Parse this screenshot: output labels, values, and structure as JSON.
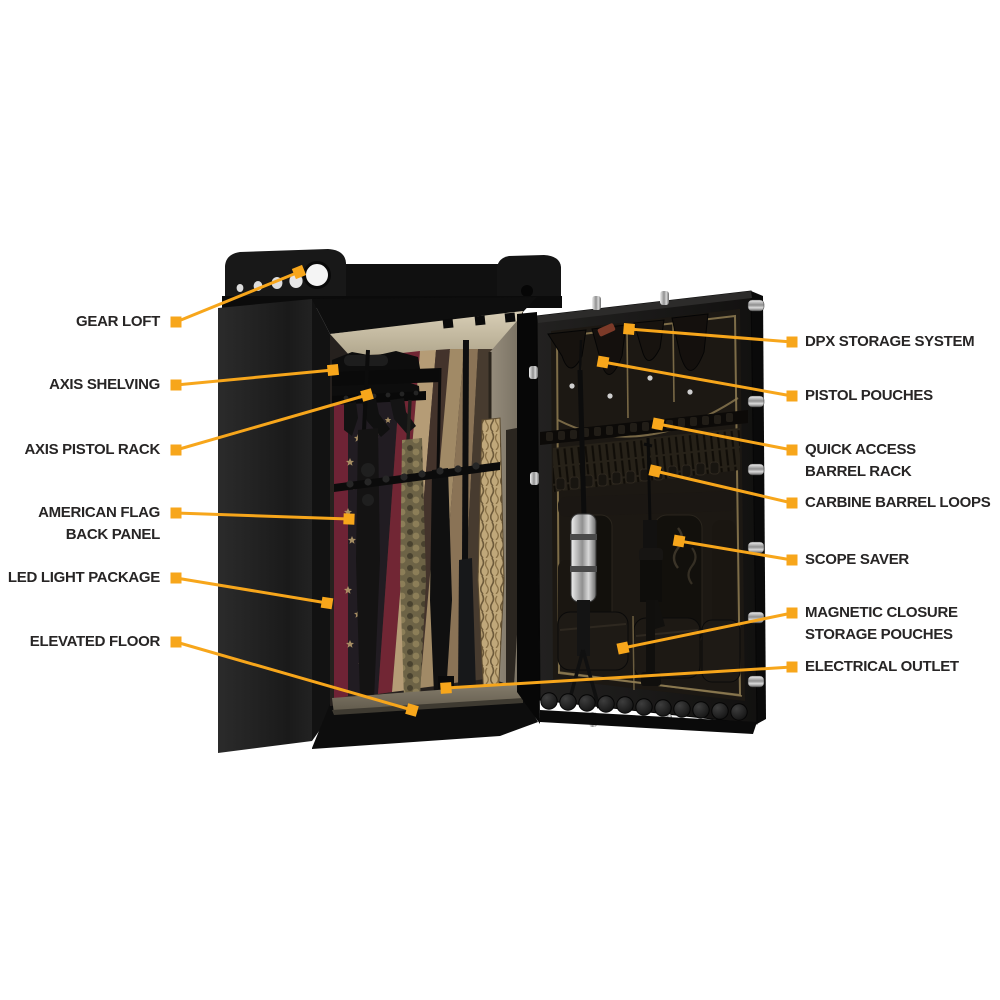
{
  "colors": {
    "background": "#FFFFFF",
    "accent_orange": "#F7A61B",
    "label_text": "#272525"
  },
  "callouts": {
    "left": [
      {
        "lines": [
          "GEAR LOFT"
        ]
      },
      {
        "lines": [
          "AXIS SHELVING"
        ]
      },
      {
        "lines": [
          "AXIS PISTOL RACK"
        ]
      },
      {
        "lines": [
          "AMERICAN FLAG",
          "BACK PANEL"
        ]
      },
      {
        "lines": [
          "LED LIGHT PACKAGE"
        ]
      },
      {
        "lines": [
          "ELEVATED FLOOR"
        ]
      }
    ],
    "right": [
      {
        "lines": [
          "DPX STORAGE SYSTEM"
        ]
      },
      {
        "lines": [
          "PISTOL POUCHES"
        ]
      },
      {
        "lines": [
          "QUICK ACCESS",
          "BARREL RACK"
        ]
      },
      {
        "lines": [
          "CARBINE BARREL LOOPS"
        ]
      },
      {
        "lines": [
          "SCOPE SAVER"
        ]
      },
      {
        "lines": [
          "MAGNETIC CLOSURE",
          "STORAGE POUCHES"
        ]
      },
      {
        "lines": [
          "ELECTRICAL OUTLET"
        ]
      }
    ]
  }
}
